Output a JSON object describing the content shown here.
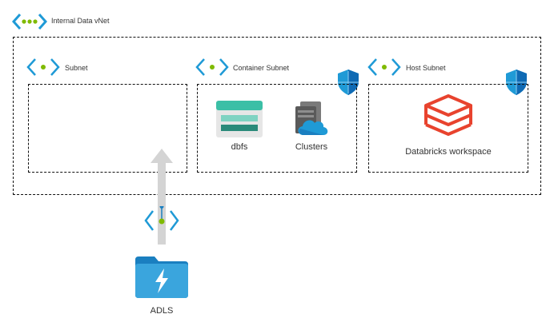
{
  "vnet": {
    "label": "Internal Data vNet",
    "icon": "vnet-icon"
  },
  "subnets": [
    {
      "label": "Subnet",
      "icon": "subnet-icon"
    },
    {
      "label": "Container Subnet",
      "icon": "subnet-icon",
      "badge": "shield-icon"
    },
    {
      "label": "Host Subnet",
      "icon": "subnet-icon",
      "badge": "shield-icon"
    }
  ],
  "resources": {
    "dbfs": {
      "label": "dbfs",
      "icon": "storage-icon"
    },
    "clusters": {
      "label": "Clusters",
      "icon": "cloud-cluster-icon"
    },
    "workspace": {
      "label": "Databricks workspace",
      "icon": "databricks-icon"
    },
    "adls": {
      "label": "ADLS",
      "icon": "data-lake-storage-icon"
    }
  },
  "connector": {
    "icon": "private-endpoint-icon"
  },
  "colors": {
    "azure_blue": "#1f9ad6",
    "green_dot": "#7fba00",
    "databricks_red": "#e8432e"
  }
}
